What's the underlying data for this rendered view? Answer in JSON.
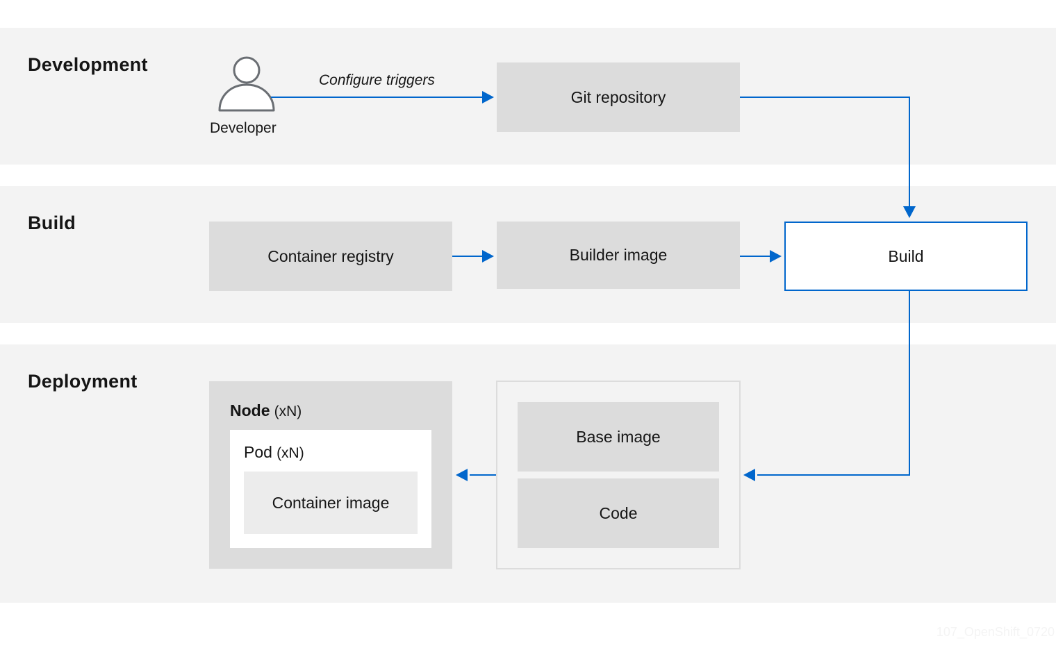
{
  "lanes": {
    "development": "Development",
    "build": "Build",
    "deployment": "Deployment"
  },
  "developer": {
    "icon": "user-icon",
    "label": "Developer"
  },
  "edges": {
    "configure_triggers": "Configure triggers"
  },
  "boxes": {
    "git_repository": "Git repository",
    "container_registry": "Container registry",
    "builder_image": "Builder image",
    "build": "Build",
    "base_image": "Base image",
    "code": "Code",
    "container_image": "Container image"
  },
  "node": {
    "title": "Node",
    "multiplicity": "(xN)"
  },
  "pod": {
    "title": "Pod",
    "multiplicity": "(xN)"
  },
  "watermark": "107_OpenShift_0720",
  "colors": {
    "band": "#f3f3f3",
    "box": "#dcdcdc",
    "accent": "#0066cc",
    "icon": "#6a6e73"
  }
}
